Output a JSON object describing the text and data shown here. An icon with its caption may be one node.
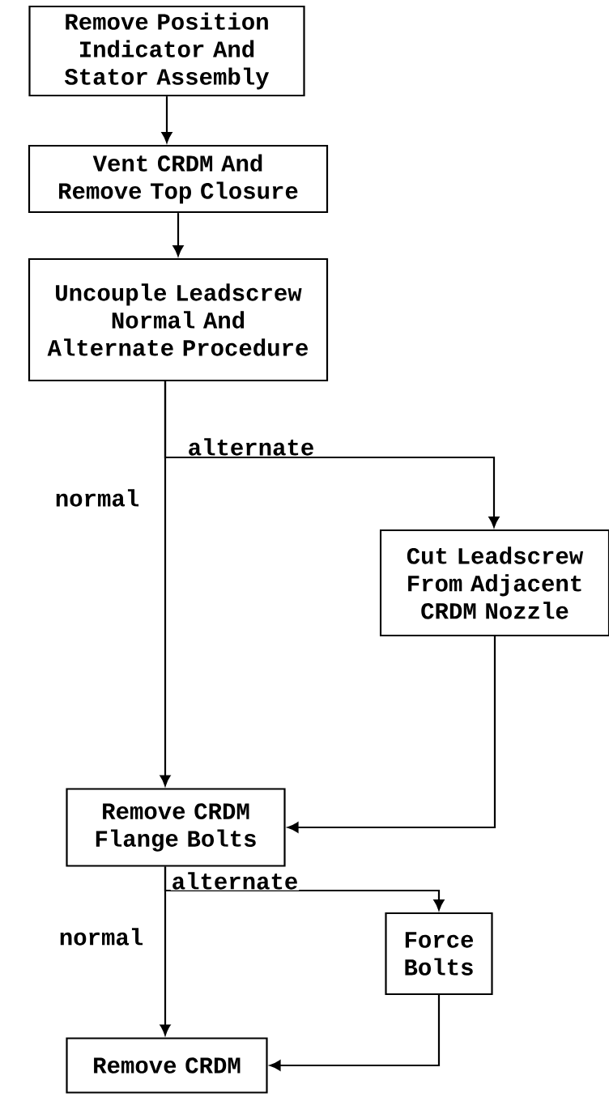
{
  "diagram": {
    "nodes": [
      {
        "text": [
          "Remove Position Indicator And Stator Assembly"
        ]
      },
      {
        "text": [
          "Vent CRDM And Remove Top Closure"
        ]
      },
      {
        "text": [
          "Uncouple Leadscrew Normal And Alternate Procedure"
        ]
      },
      {
        "text": [
          "Cut Leadscrew From Adjacent CRDM Nozzle"
        ]
      },
      {
        "text": [
          "Remove CRDM Flange Bolts"
        ]
      },
      {
        "text": [
          "Force Bolts"
        ]
      },
      {
        "text": [
          "Remove CRDM"
        ]
      }
    ],
    "edges": [
      {
        "from": 0,
        "to": 1,
        "arrow": "to"
      },
      {
        "from": 1,
        "to": 2,
        "arrow": "to"
      },
      {
        "from": 2,
        "to": 3,
        "arrow": "to",
        "label": "alternate"
      },
      {
        "from": 2,
        "to": 4,
        "arrow": "to",
        "label": "normal"
      },
      {
        "from": 3,
        "to": 4,
        "arrow": "to"
      },
      {
        "from": 4,
        "to": 5,
        "arrow": "to",
        "label": "alternate"
      },
      {
        "from": 4,
        "to": 6,
        "arrow": "to",
        "label": "normal"
      },
      {
        "from": 5,
        "to": 6,
        "arrow": "to"
      }
    ]
  }
}
